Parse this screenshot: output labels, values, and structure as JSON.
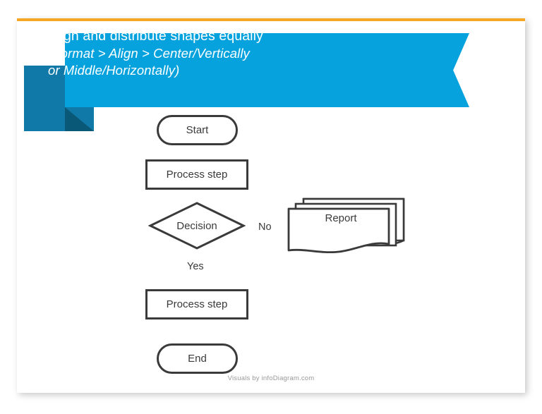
{
  "slide": {
    "title_lines": [
      "Align and distribute shapes equally",
      "(Format > Align > Center/Vertically",
      "or Middle/Horizontally)"
    ],
    "footer": "Visuals by infoDiagram.com"
  },
  "colors": {
    "banner_blue": "#05a2dd",
    "deco_teal": "#1179a8",
    "deco_fold": "#0a5878",
    "accent_orange": "#f5a623",
    "shape_outline": "#3a3a3a",
    "footer_text": "#9a9a9a"
  },
  "flowchart": {
    "start": "Start",
    "process_1": "Process step",
    "decision": "Decision",
    "branch_no": "No",
    "branch_yes": "Yes",
    "report": "Report",
    "process_2": "Process step",
    "end": "End"
  }
}
